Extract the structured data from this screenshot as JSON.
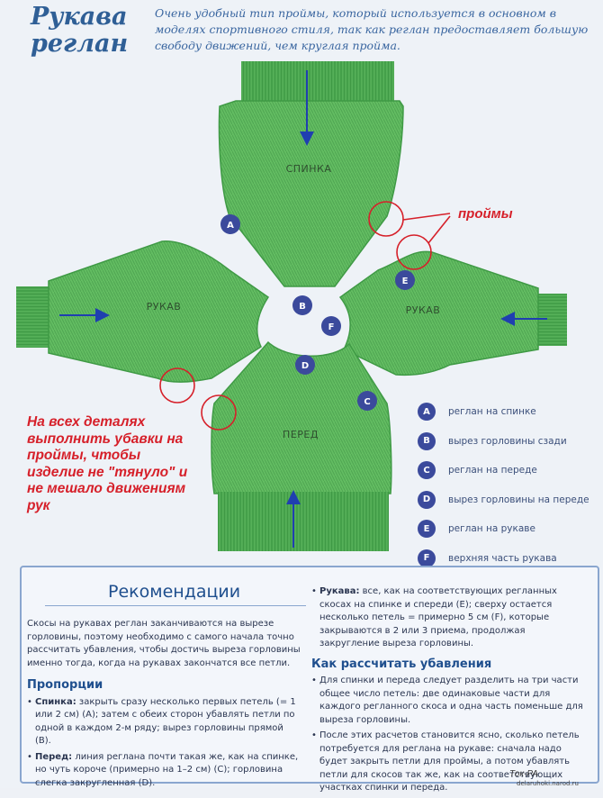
{
  "title": "Рукава реглан",
  "intro": "Очень удобный тип проймы, который используется в основном в моделях спортивного стиля, так как реглан предоставляет большую свободу движений, чем круглая пройма.",
  "pieces": {
    "back": "СПИНКА",
    "sleeve_left": "РУКАВ",
    "sleeve_right": "РУКАВ",
    "front": "ПЕРЕД"
  },
  "markers": {
    "a": "A",
    "b": "B",
    "c": "C",
    "d": "D",
    "e": "E",
    "f": "F"
  },
  "annotation_armholes": "проймы",
  "annotation_note": "На всех  деталях выполнить убавки на проймы, чтобы изделие не \"тянуло\" и не мешало движениям рук",
  "legend": [
    {
      "letter": "A",
      "text": "реглан на спинке"
    },
    {
      "letter": "B",
      "text": "вырез горловины сзади"
    },
    {
      "letter": "C",
      "text": "реглан на переде"
    },
    {
      "letter": "D",
      "text": "вырез горловины на переде"
    },
    {
      "letter": "E",
      "text": "реглан на рукаве"
    },
    {
      "letter": "F",
      "text": "верхняя часть рукава"
    }
  ],
  "recommendations": {
    "title": "Рекомендации",
    "intro": "Скосы на рукавах реглан заканчиваются на вырезе горловины, поэтому необходимо с самого начала точно рассчитать убавления, чтобы достичь выреза горловины именно тогда, когда на рукавах закончатся все петли.",
    "proportions_heading": "Пропорции",
    "proportions": [
      {
        "term": "Спинка:",
        "text": " закрыть сразу несколько первых петель (= 1 или 2 см) (А); затем с обеих сторон убавлять петли по одной в каждом 2-м ряду; вырез горловины прямой (В)."
      },
      {
        "term": "Перед:",
        "text": " линия реглана почти такая же, как на спинке, но чуть короче (примерно на 1–2 см) (С); горловина слегка закругленная (D)."
      },
      {
        "term": "Рукава:",
        "text": " все, как на соответствующих регланных скосах на спинке и спереди (Е); сверху остается несколько петель = примерно 5 см (F), которые закрываются в 2 или 3 приема, продолжая закругление выреза горловины."
      }
    ],
    "calc_heading": "Как рассчитать убавления",
    "calc": [
      "Для спинки и переда следует разделить на три части общее число петель: две одинаковые части для каждого регланного скоса и одна часть поменьше для выреза горловины.",
      "После этих расчетов становится ясно, сколько петель потребуется для реглана на рукаве: сначала надо будет закрыть петли для проймы, а потом убавлять петли для скосов так же, как на соответствующих участках спинки и переда."
    ]
  },
  "credit": "Ток-РА",
  "site": "delaruhoki.narod.ru",
  "colors": {
    "knit": "#5cb85c",
    "knit_dark": "#3f9a45",
    "rib": "#4aa54f",
    "badge": "#3b4a9c",
    "red": "#d6202a",
    "arrow": "#1f3fb0"
  }
}
